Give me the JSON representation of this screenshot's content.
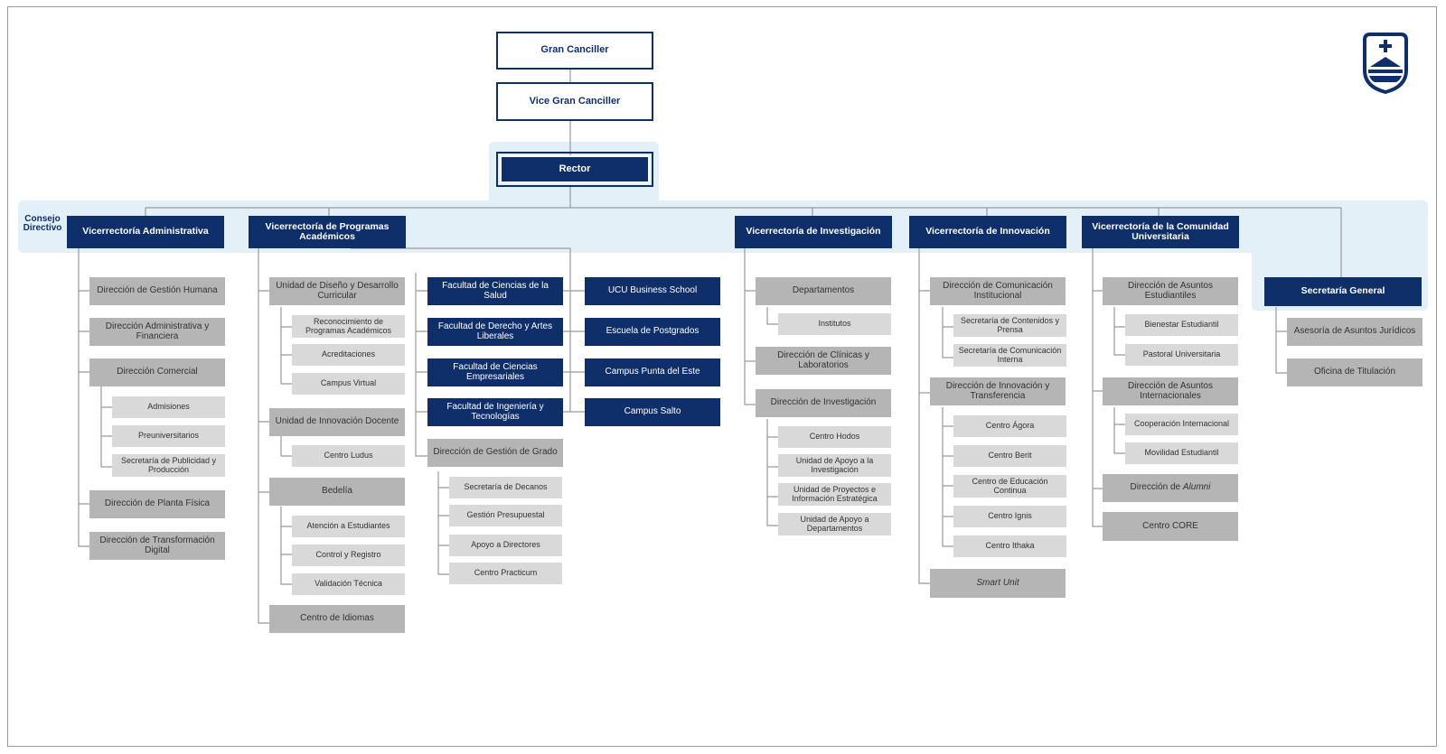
{
  "top": {
    "gran_canciller": "Gran Canciller",
    "vice_gran_canciller": "Vice Gran Canciller",
    "rector": "Rector"
  },
  "consejo": "Consejo Directivo",
  "vicerrectorias": {
    "administrativa": "Vicerrectoría Administrativa",
    "academicos": "Vicerrectoría de Programas Académicos",
    "investigacion": "Vicerrectoría de Investigación",
    "innovacion": "Vicerrectoría de Innovación",
    "comunidad": "Vicerrectoría de la Comunidad Universitaria",
    "secretaria": "Secretaría General"
  },
  "admin": {
    "gestion_humana": "Dirección de Gestión Humana",
    "admin_financiera": "Dirección Administrativa y Financiera",
    "comercial": "Dirección Comercial",
    "admisiones": "Admisiones",
    "preuniversitarios": "Preuniversitarios",
    "publicidad": "Secretaría de Publicidad y Producción",
    "planta": "Dirección de Planta Física",
    "transformacion": "Dirección de Transformación Digital"
  },
  "academ": {
    "diseno": "Unidad de Diseño y Desarrollo Curricular",
    "reconocimiento": "Reconocimiento de Programas Académicos",
    "acreditaciones": "Acreditaciones",
    "campus_virtual": "Campus Virtual",
    "innovacion_docente": "Unidad de Innovación Docente",
    "centro_ludus": "Centro Ludus",
    "bedelia": "Bedelía",
    "atencion": "Atención a Estudiantes",
    "control": "Control y Registro",
    "validacion": "Validación Técnica",
    "idiomas": "Centro de Idiomas",
    "fac_salud": "Facultad de Ciencias de la Salud",
    "fac_derecho": "Facultad de Derecho y Artes Liberales",
    "fac_empresariales": "Facultad de Ciencias Empresariales",
    "fac_ingenieria": "Facultad de Ingeniería y Tecnologías",
    "gestion_grado": "Dirección de Gestión de Grado",
    "decanos": "Secretaría de Decanos",
    "presupuestal": "Gestión Presupuestal",
    "apoyo_directores": "Apoyo a Directores",
    "practicum": "Centro Practicum",
    "business": "UCU Business School",
    "postgrados": "Escuela de Postgrados",
    "punta": "Campus Punta del Este",
    "salto": "Campus Salto"
  },
  "invest": {
    "departamentos": "Departamentos",
    "institutos": "Institutos",
    "clinicas": "Dirección de Clínicas y Laboratorios",
    "direccion": "Dirección de Investigación",
    "hodos": "Centro Hodos",
    "apoyo_inv": "Unidad de Apoyo a la Investigación",
    "proyectos": "Unidad de Proyectos e Información Estratégica",
    "apoyo_dep": "Unidad de Apoyo a Departamentos"
  },
  "innov": {
    "comunicacion": "Dirección de Comunicación Institucional",
    "contenidos": "Secretaría de Contenidos y Prensa",
    "com_interna": "Secretaría de Comunicación Interna",
    "transferencia": "Dirección de Innovación y Transferencia",
    "agora": "Centro Ágora",
    "berit": "Centro Berit",
    "educacion": "Centro de Educación Continua",
    "ignis": "Centro Ignis",
    "ithaka": "Centro Ithaka",
    "smart": "Smart Unit"
  },
  "comun": {
    "estudiantiles": "Dirección de Asuntos Estudiantiles",
    "bienestar": "Bienestar Estudiantil",
    "pastoral": "Pastoral Universitaria",
    "internacionales": "Dirección de Asuntos Internacionales",
    "cooperacion": "Cooperación Internacional",
    "movilidad": "Movilidad Estudiantil",
    "alumni_pre": "Dirección de",
    "alumni": "Alumni",
    "core": "Centro CORE"
  },
  "secre": {
    "juridicos": "Asesoría de Asuntos Jurídicos",
    "titulacion": "Oficina de Titulación"
  },
  "colors": {
    "navy": "#0f2f6b",
    "gray": "#b5b5b5",
    "light_gray": "#d9d9d9",
    "band": "#e3f0f8",
    "line": "#9a9a9a"
  },
  "icons": {
    "logo": "ucu-shield-logo"
  }
}
